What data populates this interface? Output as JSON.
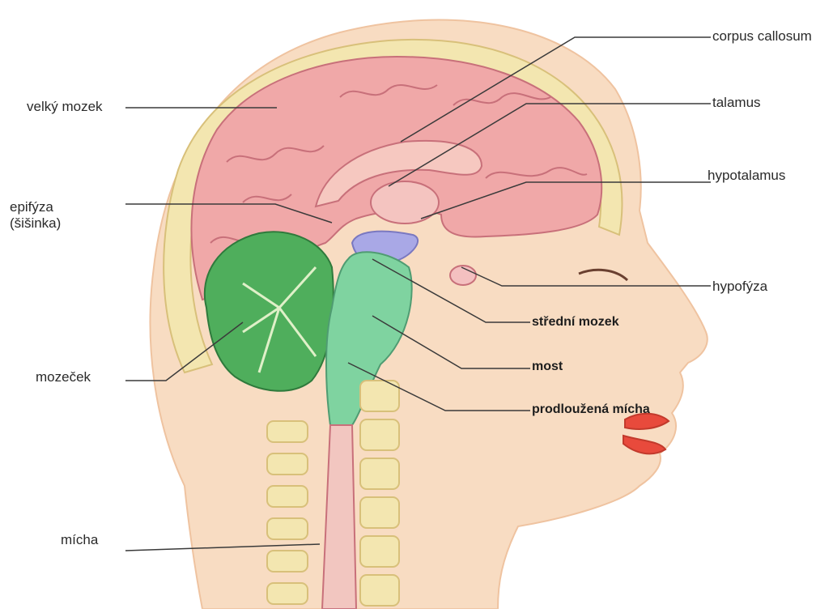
{
  "labels": {
    "velky_mozek": "velký mozek",
    "epifyza": "epifýza\n(šišinka)",
    "mozecek": "mozeček",
    "micha": "mícha",
    "corpus_callosum": "corpus callosum",
    "talamus": "talamus",
    "hypotalamus": "hypotalamus",
    "hypofyza": "hypofýza",
    "stredni_mozek": "střední mozek",
    "most": "most",
    "prodlouzena_micha": "prodloužená mícha"
  },
  "colors": {
    "skin": "#f8dcc2",
    "skin_shadow": "#efc3a0",
    "skull": "#f3e6b0",
    "skull_edge": "#d8c07a",
    "cerebrum": "#f0a8a8",
    "cerebrum_fold": "#c8707a",
    "cerebellum": "#4fae5c",
    "brainstem": "#7fd3a0",
    "midbrain": "#a9a8e6",
    "leader": "#3a3a3a",
    "lips": "#e84a3c"
  }
}
